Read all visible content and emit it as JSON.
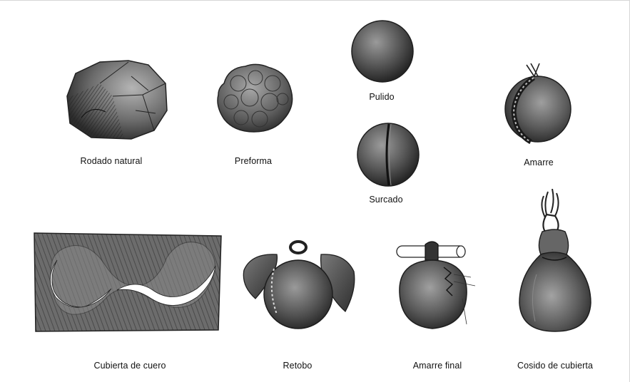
{
  "labels": {
    "rodado_natural": "Rodado natural",
    "preforma": "Preforma",
    "pulido": "Pulido",
    "surcado": "Surcado",
    "amarre": "Amarre",
    "cubierta_de_cuero": "Cubierta de cuero",
    "retobo": "Retobo",
    "amarre_final": "Amarre final",
    "cosido_de_cubierta": "Cosido de cubierta"
  },
  "colors": {
    "stone_dark": "#3a3a3a",
    "stone_mid": "#6a6a6a",
    "stone_light": "#9a9a9a",
    "leather": "#555555",
    "background": "#ffffff"
  },
  "icons": {
    "rodado_natural": "rough-stone-drawing",
    "preforma": "knobbed-stone-drawing",
    "pulido": "polished-sphere-drawing",
    "surcado": "grooved-sphere-drawing",
    "amarre": "tied-sphere-drawing",
    "cubierta_de_cuero": "leather-cover-drawing",
    "retobo": "leather-wrapped-stone-drawing",
    "amarre_final": "final-tie-drawing",
    "cosido_de_cubierta": "sewn-pouch-drawing"
  }
}
